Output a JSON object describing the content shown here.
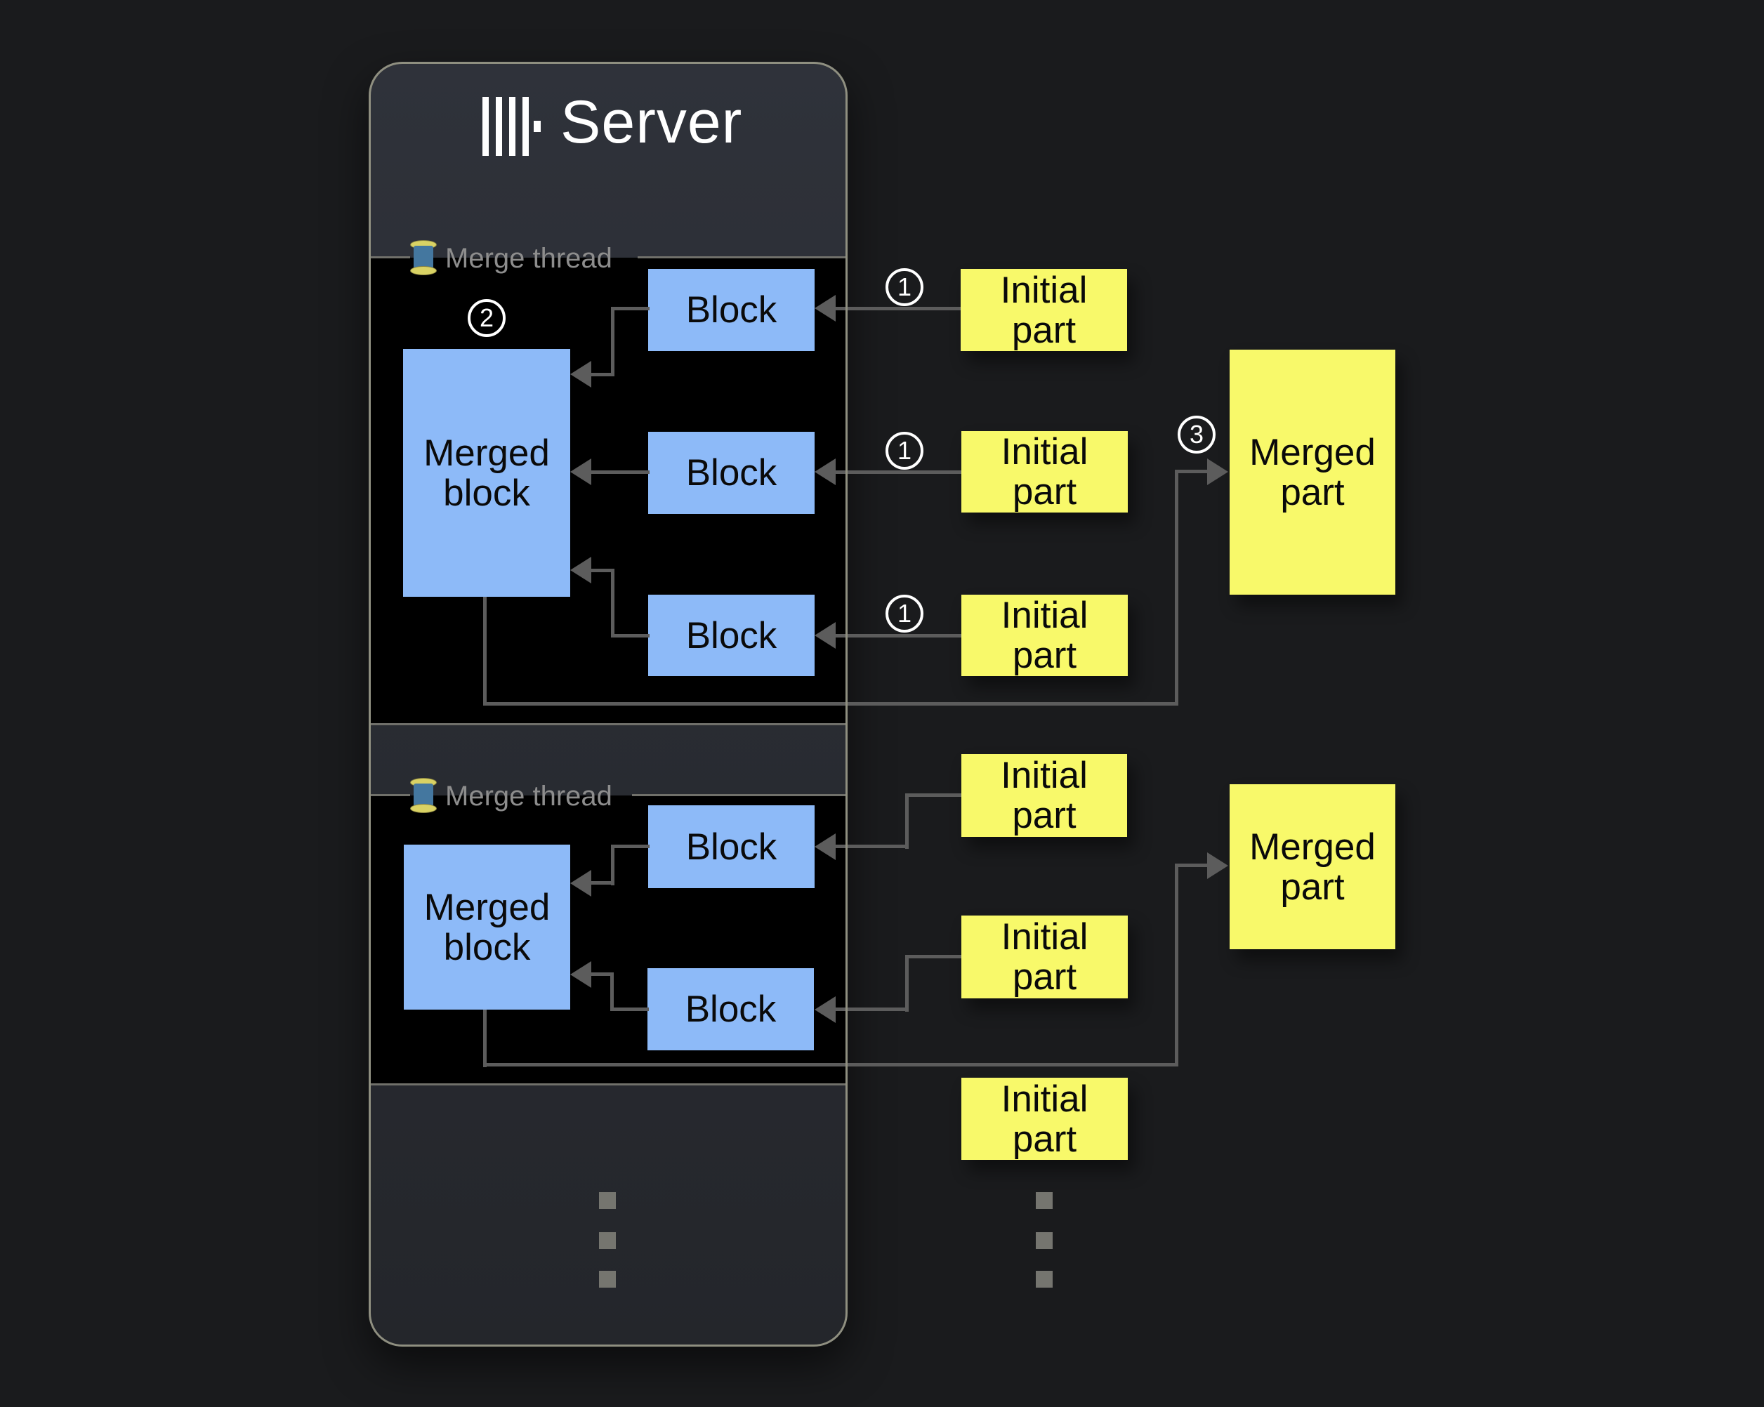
{
  "server": {
    "title": "Server",
    "logo_icon": "clickhouse-logo"
  },
  "sections": [
    {
      "legend": "Merge thread",
      "legend_icon": "thread-spool",
      "merged_block": {
        "line1": "Merged",
        "line2": "block"
      },
      "blocks": [
        "Block",
        "Block",
        "Block"
      ]
    },
    {
      "legend": "Merge thread",
      "legend_icon": "thread-spool",
      "merged_block": {
        "line1": "Merged",
        "line2": "block"
      },
      "blocks": [
        "Block",
        "Block"
      ]
    }
  ],
  "parts": {
    "initial": {
      "line1": "Initial",
      "line2": "part"
    },
    "merged": {
      "line1": "Merged",
      "line2": "part"
    }
  },
  "steps": {
    "s1": "1",
    "s2": "2",
    "s3": "3"
  },
  "colors": {
    "background": "#1a1b1d",
    "panel_fill": "#2b2e35",
    "panel_border": "#8f8f80",
    "section_fill": "#000000",
    "block_fill": "#8dbaf8",
    "part_fill": "#f8f96a",
    "connector": "#5c5c5c",
    "legend_text": "#8d8d8d",
    "title_text": "#ffffff",
    "step_text": "#ffffff"
  }
}
